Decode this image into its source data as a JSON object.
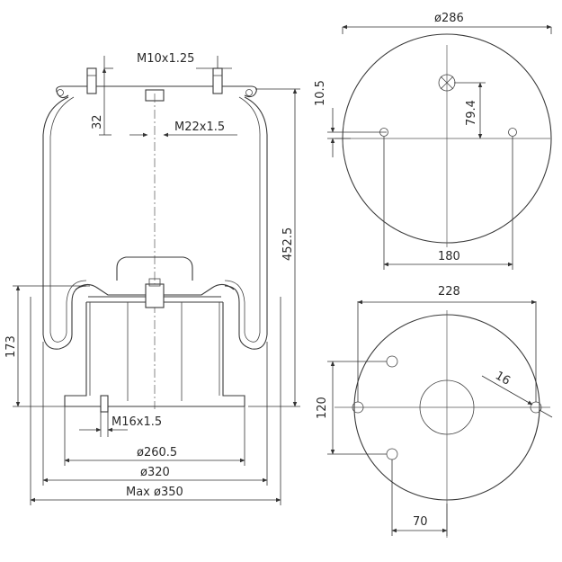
{
  "labels": {
    "thread_top": "M10x1.25",
    "dim_32": "32",
    "thread_center": "M22x1.5",
    "height_452": "452.5",
    "height_173": "173",
    "thread_bottom": "M16x1.5",
    "dia_260": "ø260.5",
    "dia_320": "ø320",
    "dia_350": "Max ø350",
    "top_dia": "ø286",
    "top_10_5": "10.5",
    "top_79_4": "79.4",
    "top_180": "180",
    "bot_228": "228",
    "bot_120": "120",
    "bot_16": "16",
    "bot_70": "70"
  },
  "colors": {
    "line": "#3a3a3a",
    "background": "#ffffff"
  }
}
